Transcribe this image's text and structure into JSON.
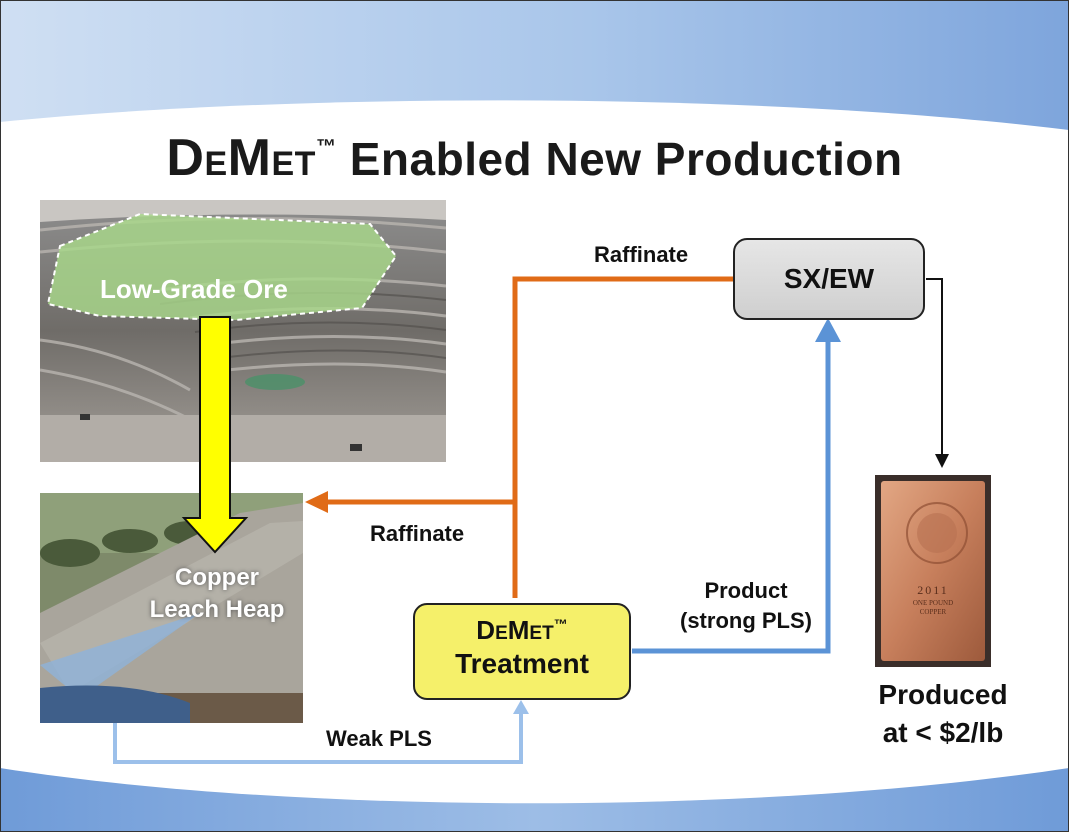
{
  "title": {
    "p1": "D",
    "p2": "E",
    "p3": "M",
    "p4": "ET",
    "tm": "™",
    "rest": " Enabled New Production"
  },
  "labels": {
    "ore": "Low-Grade Ore",
    "heap_line1": "Copper",
    "heap_line2": "Leach Heap",
    "raffinate_top": "Raffinate",
    "raffinate_left": "Raffinate",
    "sxew": "SX/EW",
    "product_line1": "Product",
    "product_line2": "(strong PLS)",
    "weak_pls": "Weak PLS",
    "produced_line1": "Produced",
    "produced_line2": "at < $2/lb"
  },
  "demet_box": {
    "p1": "D",
    "p2": "E",
    "p3": "M",
    "p4": "ET",
    "tm": "™",
    "line2": "Treatment"
  },
  "copper_bar": {
    "year": "2011",
    "line1": "ONE POUND",
    "line2": "COPPER"
  },
  "colors": {
    "raffinate": "#e06b17",
    "product": "#5b93d6",
    "weak_pls": "#9cc0ea",
    "ore_arrow": "#ffff00",
    "demet_fill": "#f5f06a",
    "ore_region": "#a8d88a"
  }
}
